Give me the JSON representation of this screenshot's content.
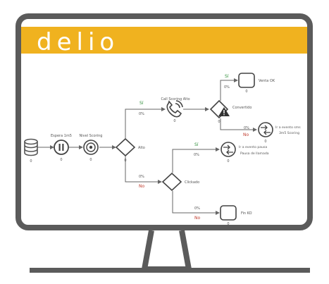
{
  "brand": {
    "name": "delio",
    "color": "#f0b21f"
  },
  "colors": {
    "frame": "#5b5b5b",
    "line": "#666666",
    "yes": "#2f8f3a",
    "no": "#c0392b"
  },
  "nodes": {
    "database": {
      "count": "0"
    },
    "wait": {
      "label": "Espera 1m5",
      "count": "0"
    },
    "level_scoring": {
      "label": "Nivel Scoring",
      "count": "0"
    },
    "decision_alto": {
      "label": "Alto",
      "count": "0"
    },
    "call_scoring": {
      "label": "Call Scoring Alto",
      "count": "0"
    },
    "decision_convertido": {
      "label": "Convertido",
      "count": "0"
    },
    "venta_ok": {
      "label": "Venta OK",
      "count": "0"
    },
    "ir_evento_1": {
      "label_line1": "Ir a evento sms",
      "label_line2": "3m5 Scoring",
      "count": "0"
    },
    "decision_clickado": {
      "label": "Clickado",
      "count": "0"
    },
    "ir_evento_2": {
      "label_line1": "Ir a evento pausa",
      "label_line2": "Pausa de llamada",
      "count": "0"
    },
    "fin_ko": {
      "label": "Fin KO",
      "count": "0"
    }
  },
  "edges": {
    "alto_yes": {
      "label": "Sí",
      "pct": "0%"
    },
    "alto_no": {
      "label": "No",
      "pct": "0%"
    },
    "conv_yes": {
      "label": "Sí",
      "pct": "0%"
    },
    "conv_no": {
      "label": "No",
      "pct": "0%"
    },
    "click_yes": {
      "label": "Sí",
      "pct": "0%"
    },
    "click_no": {
      "label": "No",
      "pct": "0%"
    }
  }
}
